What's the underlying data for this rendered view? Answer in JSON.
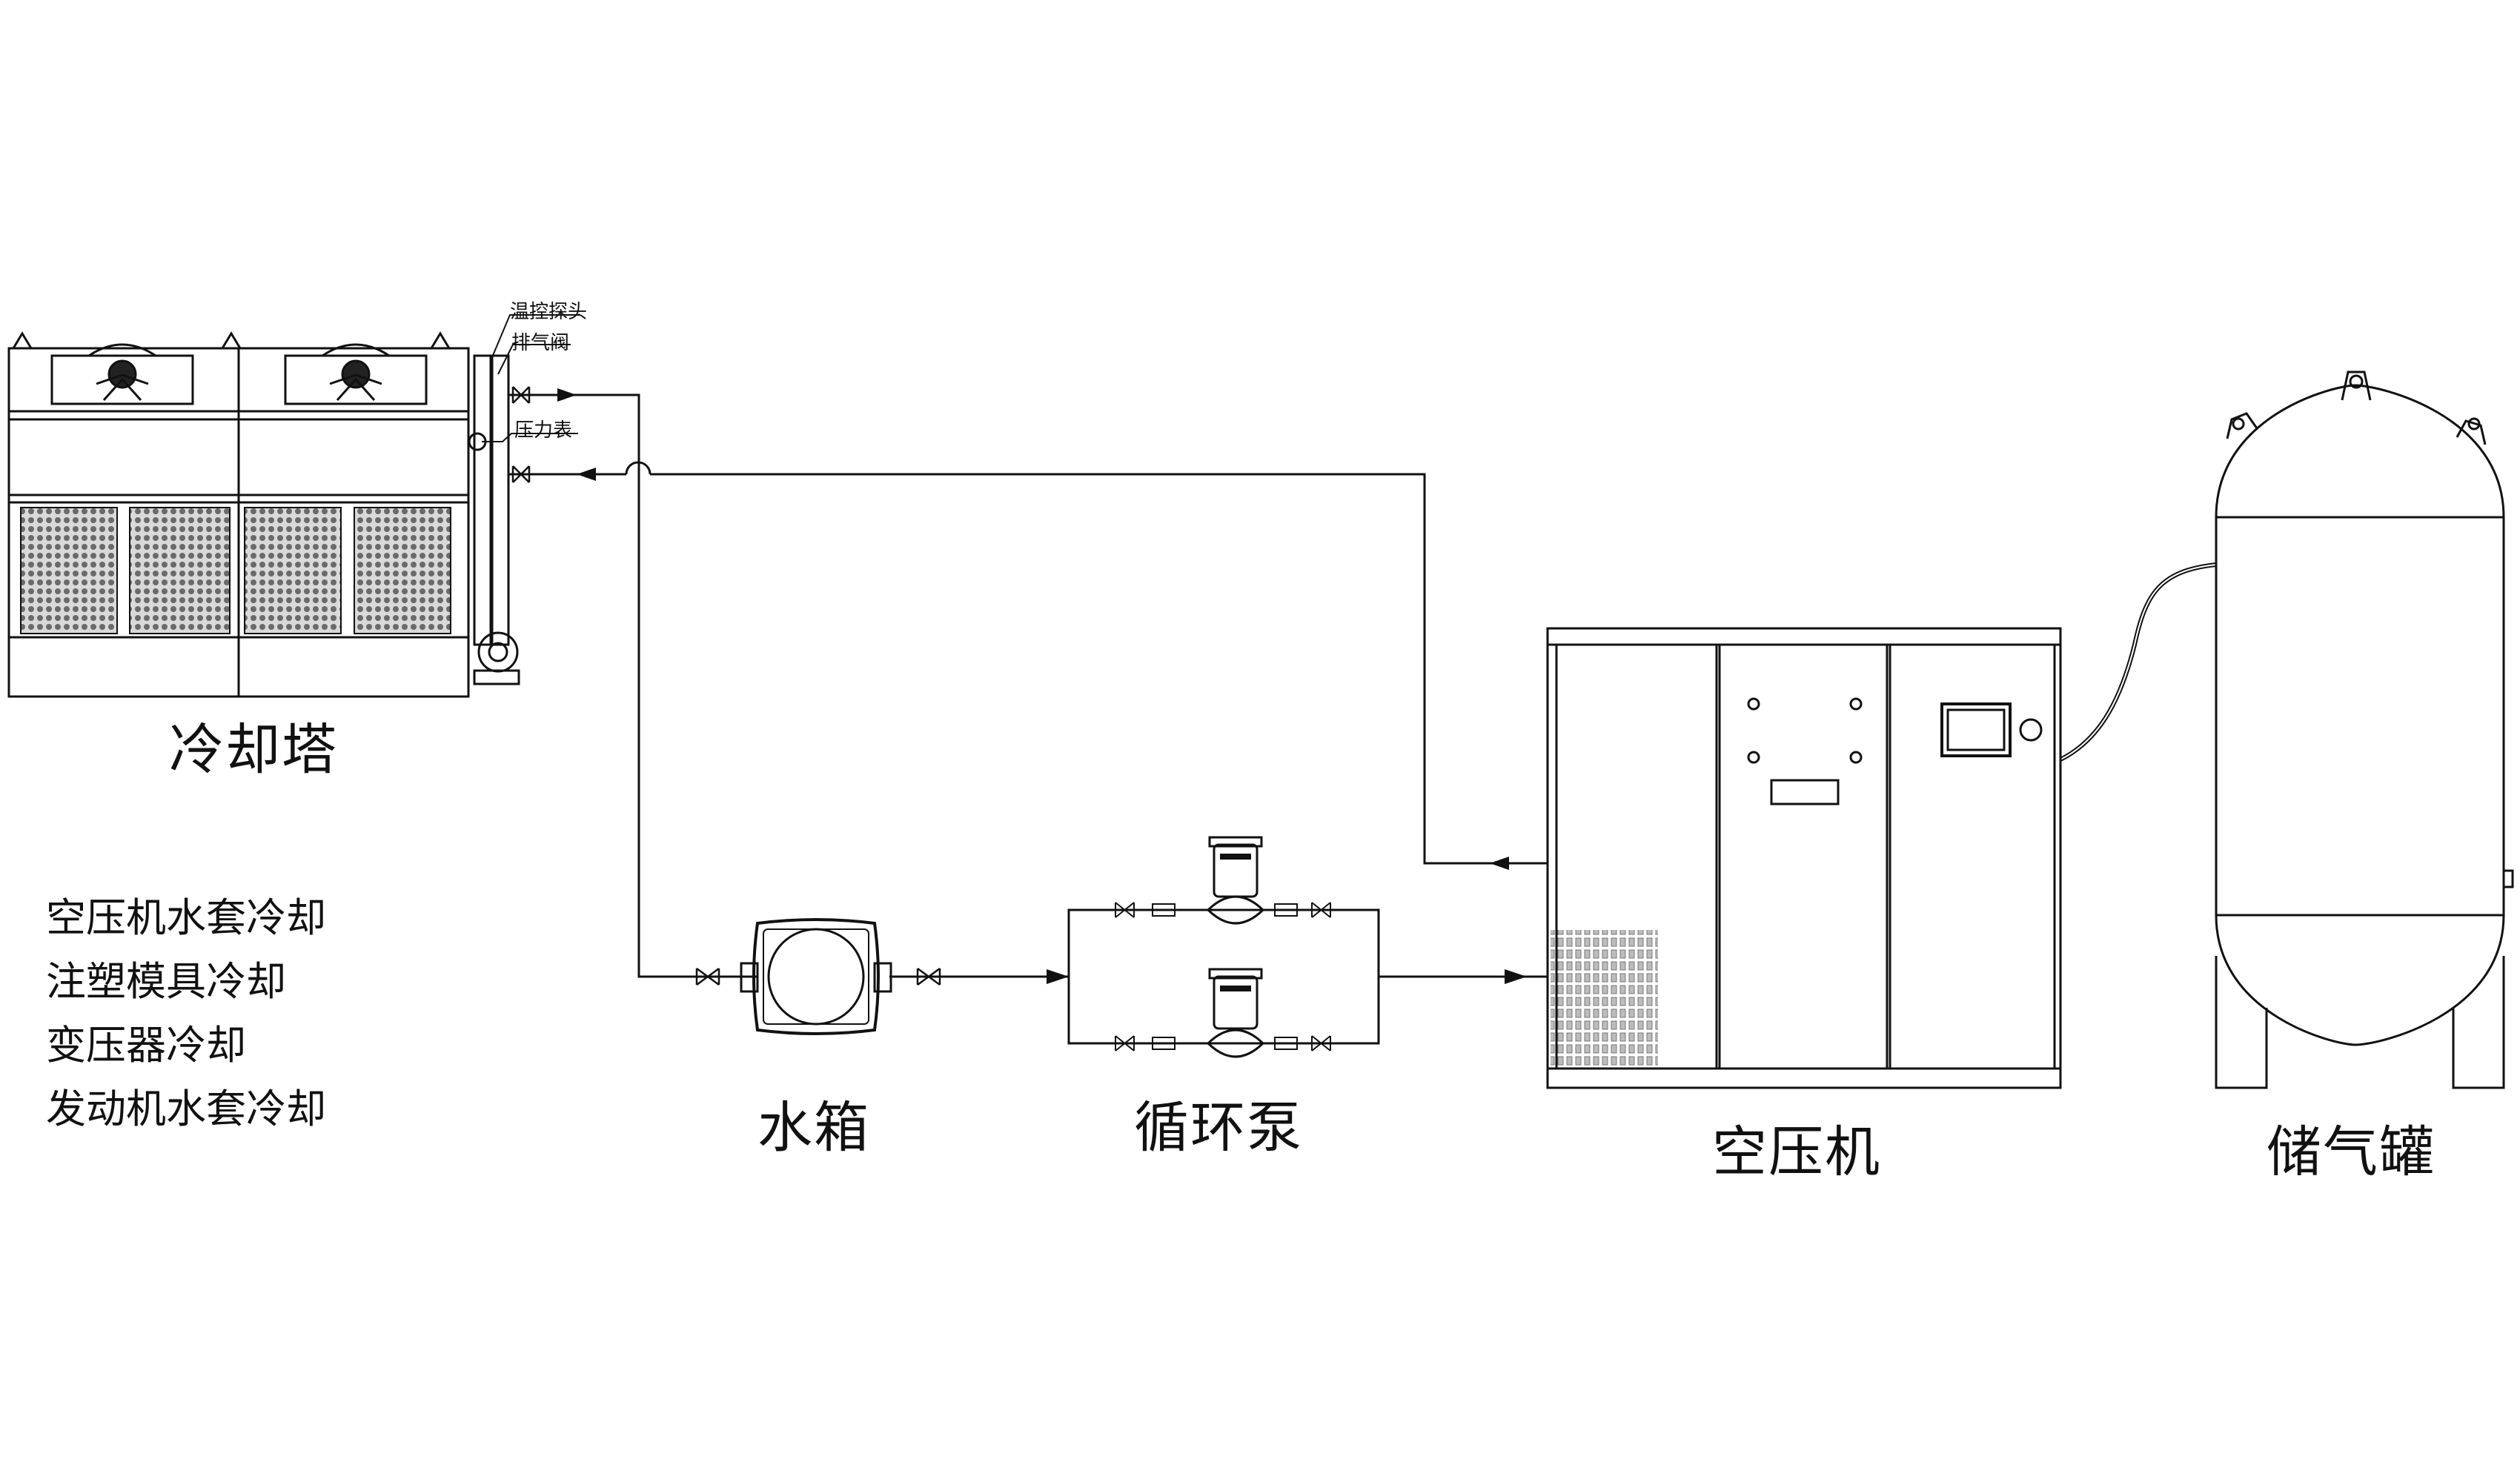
{
  "labels": {
    "cooling_tower": "冷却塔",
    "water_tank": "水箱",
    "circulation_pump": "循环泵",
    "air_compressor": "空压机",
    "air_tank": "储气罐"
  },
  "tower_notes": {
    "temp_probe": "温控探头",
    "vent_valve": "排气阀",
    "pressure_gauge": "压力表"
  },
  "applications": [
    "空压机水套冷却",
    "注塑模具冷却",
    "变压器冷却",
    "发动机水套冷却"
  ]
}
